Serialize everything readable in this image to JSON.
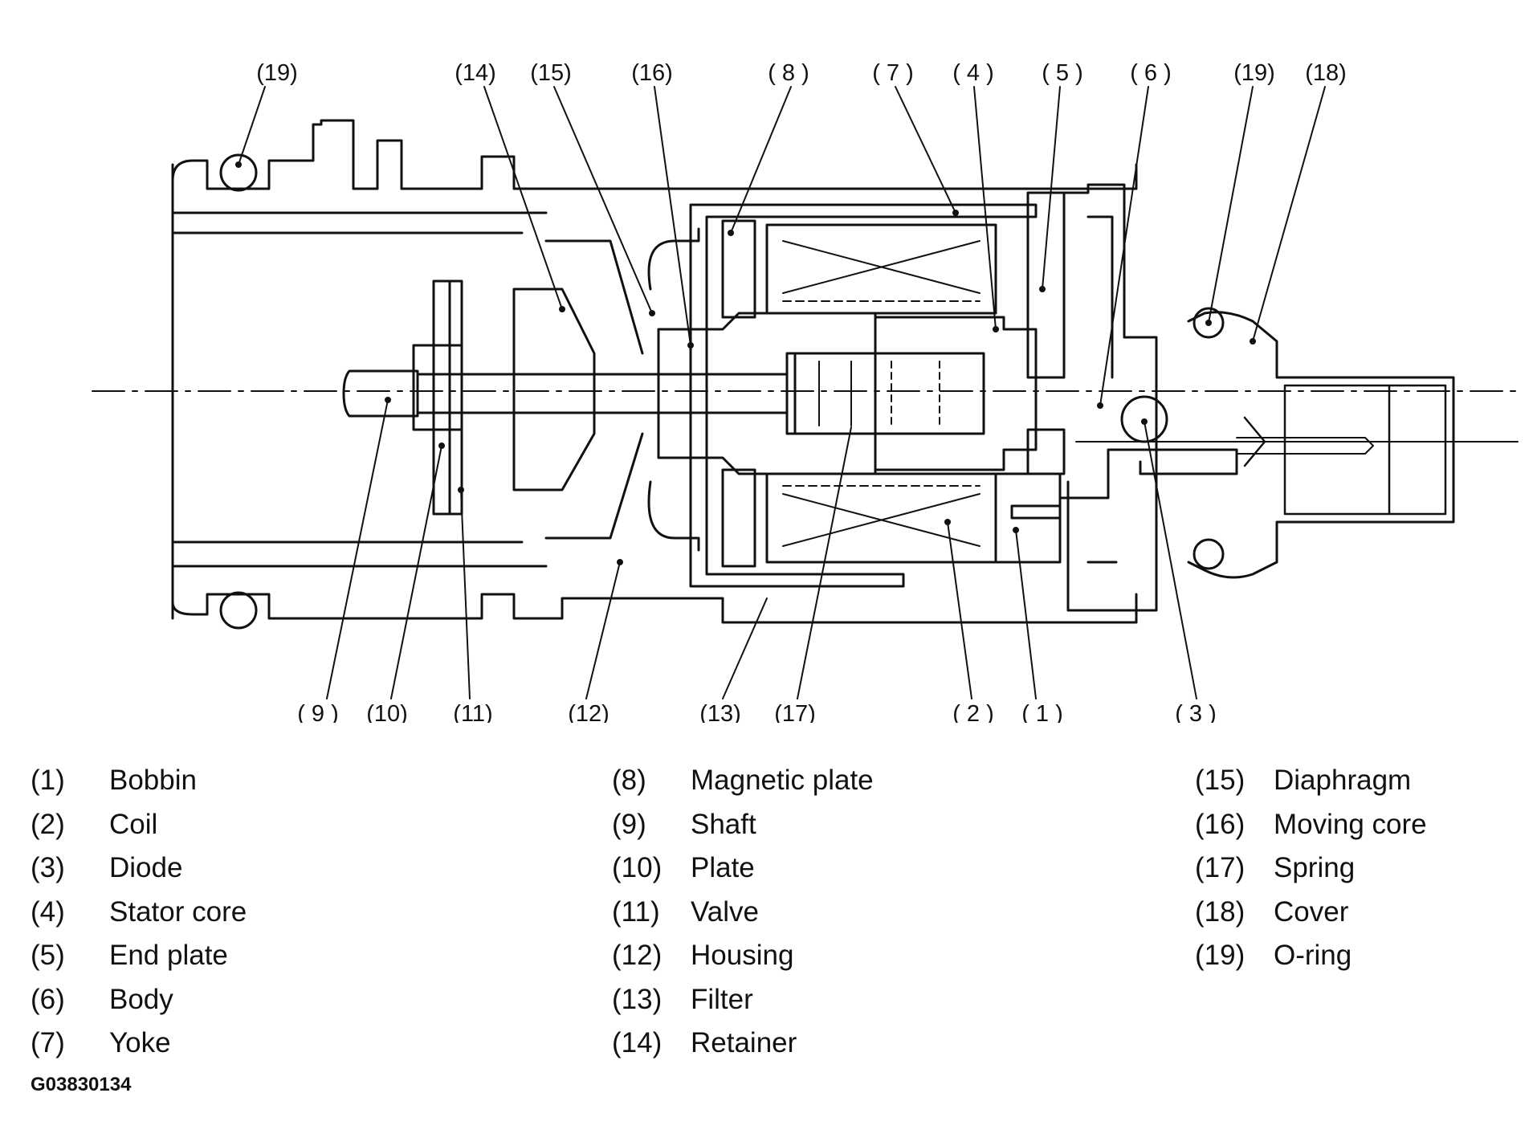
{
  "callouts": {
    "c19a": "(19)",
    "c14": "(14)",
    "c15": "(15)",
    "c16": "(16)",
    "c8": "( 8 )",
    "c7": "( 7 )",
    "c4": "( 4 )",
    "c5": "( 5 )",
    "c6": "( 6 )",
    "c19b": "(19)",
    "c18": "(18)",
    "c9": "( 9 )",
    "c10": "(10)",
    "c11": "(11)",
    "c12": "(12)",
    "c13": "(13)",
    "c17": "(17)",
    "c2": "( 2 )",
    "c1": "( 1 )",
    "c3": "( 3 )"
  },
  "legend": {
    "col1": [
      {
        "num": "(1)",
        "name": "Bobbin"
      },
      {
        "num": "(2)",
        "name": "Coil"
      },
      {
        "num": "(3)",
        "name": "Diode"
      },
      {
        "num": "(4)",
        "name": "Stator core"
      },
      {
        "num": "(5)",
        "name": "End plate"
      },
      {
        "num": "(6)",
        "name": "Body"
      },
      {
        "num": "(7)",
        "name": "Yoke"
      }
    ],
    "col2": [
      {
        "num": "(8)",
        "name": "Magnetic plate"
      },
      {
        "num": "(9)",
        "name": "Shaft"
      },
      {
        "num": "(10)",
        "name": "Plate"
      },
      {
        "num": "(11)",
        "name": "Valve"
      },
      {
        "num": "(12)",
        "name": "Housing"
      },
      {
        "num": "(13)",
        "name": "Filter"
      },
      {
        "num": "(14)",
        "name": "Retainer"
      }
    ],
    "col3": [
      {
        "num": "(15)",
        "name": "Diaphragm"
      },
      {
        "num": "(16)",
        "name": "Moving core"
      },
      {
        "num": "(17)",
        "name": "Spring"
      },
      {
        "num": "(18)",
        "name": "Cover"
      },
      {
        "num": "(19)",
        "name": "O-ring"
      }
    ]
  },
  "figure_code": "G03830134"
}
